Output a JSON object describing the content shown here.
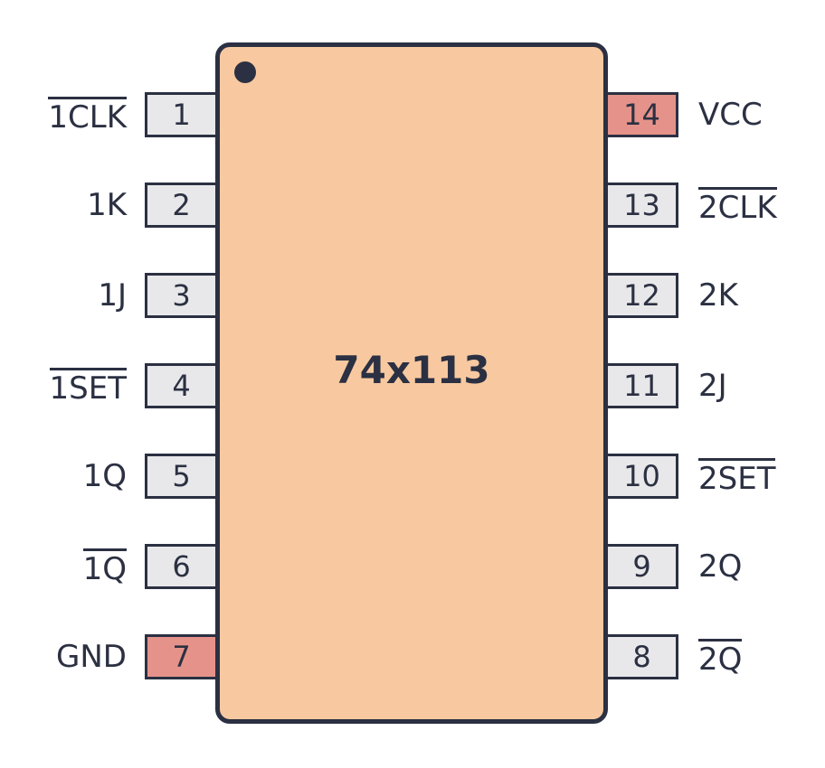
{
  "chip": {
    "part_number": "74x113"
  },
  "colors": {
    "body_fill": "#f8c9a0",
    "outline": "#2b3042",
    "signal_pin_fill": "#e8e8ea",
    "power_pin_fill": "#e5938a"
  },
  "pins": [
    {
      "number": "1",
      "label": "1CLK",
      "side": "left",
      "overbar": true,
      "power": false
    },
    {
      "number": "2",
      "label": "1K",
      "side": "left",
      "overbar": false,
      "power": false
    },
    {
      "number": "3",
      "label": "1J",
      "side": "left",
      "overbar": false,
      "power": false
    },
    {
      "number": "4",
      "label": "1SET",
      "side": "left",
      "overbar": true,
      "power": false
    },
    {
      "number": "5",
      "label": "1Q",
      "side": "left",
      "overbar": false,
      "power": false
    },
    {
      "number": "6",
      "label": "1Q",
      "side": "left",
      "overbar": true,
      "power": false
    },
    {
      "number": "7",
      "label": "GND",
      "side": "left",
      "overbar": false,
      "power": true
    },
    {
      "number": "8",
      "label": "2Q",
      "side": "right",
      "overbar": true,
      "power": false
    },
    {
      "number": "9",
      "label": "2Q",
      "side": "right",
      "overbar": false,
      "power": false
    },
    {
      "number": "10",
      "label": "2SET",
      "side": "right",
      "overbar": true,
      "power": false
    },
    {
      "number": "11",
      "label": "2J",
      "side": "right",
      "overbar": false,
      "power": false
    },
    {
      "number": "12",
      "label": "2K",
      "side": "right",
      "overbar": false,
      "power": false
    },
    {
      "number": "13",
      "label": "2CLK",
      "side": "right",
      "overbar": true,
      "power": false
    },
    {
      "number": "14",
      "label": "VCC",
      "side": "right",
      "overbar": false,
      "power": true
    }
  ]
}
